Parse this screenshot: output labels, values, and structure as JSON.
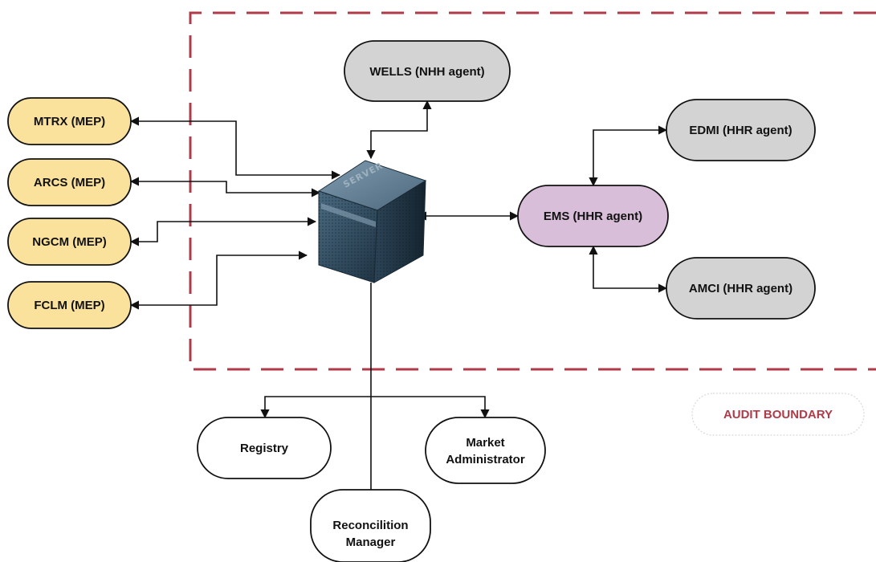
{
  "colors": {
    "mep_fill": "#FBE29C",
    "agent_fill": "#D3D3D3",
    "ems_fill": "#D8BED8",
    "plain_fill": "#FFFFFF",
    "boundary": "#B03A48",
    "line": "#111111"
  },
  "nodes": {
    "mtrx": "MTRX (MEP)",
    "arcs": "ARCS (MEP)",
    "ngcm": "NGCM (MEP)",
    "fclm": "FCLM (MEP)",
    "wells": "WELLS (NHH agent)",
    "edmi": "EDMI (HHR agent)",
    "ems": "EMS (HHR agent)",
    "amci": "AMCI (HHR agent)",
    "registry": "Registry",
    "market_admin": [
      "Market",
      "Administrator"
    ],
    "reconciliation": [
      "Reconcilition",
      "Manager"
    ]
  },
  "server": {
    "label": "SERVER",
    "icon": "server-icon"
  },
  "audit_boundary": {
    "label": "AUDIT BOUNDARY"
  }
}
